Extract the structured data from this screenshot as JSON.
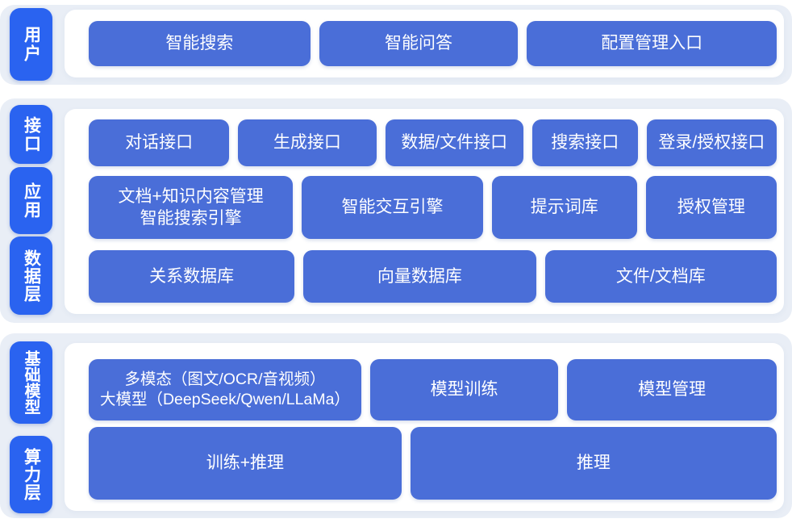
{
  "colors": {
    "label_blue": "#2a63f0",
    "button_blue": "#4a6ed8",
    "band_background": "#e9eef6",
    "card_background": "#ffffff",
    "text_white": "#ffffff"
  },
  "layers": {
    "user": {
      "label": "用户",
      "row1": [
        "智能搜索",
        "智能问答",
        "配置管理入口"
      ]
    },
    "middle": {
      "labels": [
        "接口",
        "应用",
        "数据层"
      ],
      "interface_row": [
        "对话接口",
        "生成接口",
        "数据/文件接口",
        "搜索接口",
        "登录/授权接口"
      ],
      "application_row": [
        "文档+知识内容管理\n智能搜索引擎",
        "智能交互引擎",
        "提示词库",
        "授权管理"
      ],
      "data_row": [
        "关系数据库",
        "向量数据库",
        "文件/文档库"
      ]
    },
    "bottom": {
      "labels": [
        "基础模型",
        "算力层"
      ],
      "model_row": [
        "多模态（图文/OCR/音视频）\n大模型（DeepSeek/Qwen/LLaMa）",
        "模型训练",
        "模型管理"
      ],
      "compute_row": [
        "训练+推理",
        "推理"
      ]
    }
  }
}
